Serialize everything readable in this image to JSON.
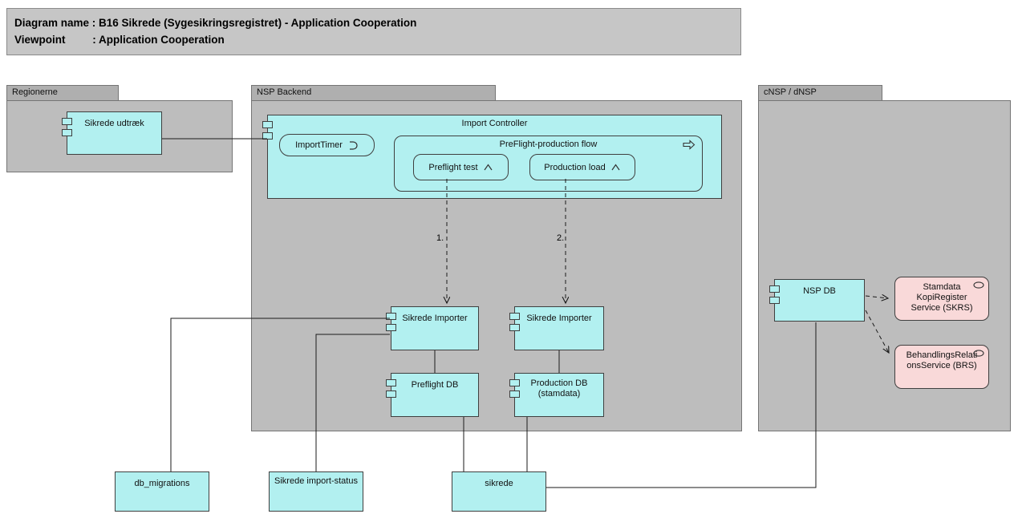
{
  "colors": {
    "group_fill": "#bdbdbd",
    "group_tab_fill": "#afafaf",
    "group_border": "#757575",
    "node_fill": "#b2f0f0",
    "node_border": "#3f3f3f",
    "service_fill": "#f9d9d9",
    "line": "#1a1a1a",
    "title_fill": "#c6c6c6"
  },
  "title_block": {
    "line1": "Diagram name : B16 Sikrede (Sygesikringsregistret) - Application Cooperation",
    "line2": "Viewpoint         : Application Cooperation"
  },
  "groups": {
    "regionerne": {
      "label": "Regionerne"
    },
    "nsp_backend": {
      "label": "NSP Backend"
    },
    "cnsp": {
      "label": "cNSP / dNSP"
    }
  },
  "nodes": {
    "sikrede_udtraek": {
      "label": "Sikrede udtræk"
    },
    "import_controller": {
      "label": "Import Controller"
    },
    "import_timer": {
      "label": "ImportTimer"
    },
    "preflight_flow": {
      "label": "PreFlight-production flow"
    },
    "preflight_test": {
      "label": "Preflight test"
    },
    "production_load": {
      "label": "Production load"
    },
    "sikrede_importer_1": {
      "label": "Sikrede Importer"
    },
    "sikrede_importer_2": {
      "label": "Sikrede Importer"
    },
    "preflight_db": {
      "label": "Preflight DB"
    },
    "production_db": {
      "label": "Production DB\n(stamdata)"
    },
    "nsp_db": {
      "label": "NSP DB"
    },
    "skrs": {
      "label": "Stamdata KopiRegister Service (SKRS)"
    },
    "brs": {
      "label": "BehandlingsRelationsService (BRS)"
    },
    "db_migrations": {
      "label": "db_migrations"
    },
    "sikrede_import_status": {
      "label": "Sikrede import-status"
    },
    "sikrede": {
      "label": "sikrede"
    }
  },
  "edge_labels": {
    "step1": "1.",
    "step2": "2."
  }
}
